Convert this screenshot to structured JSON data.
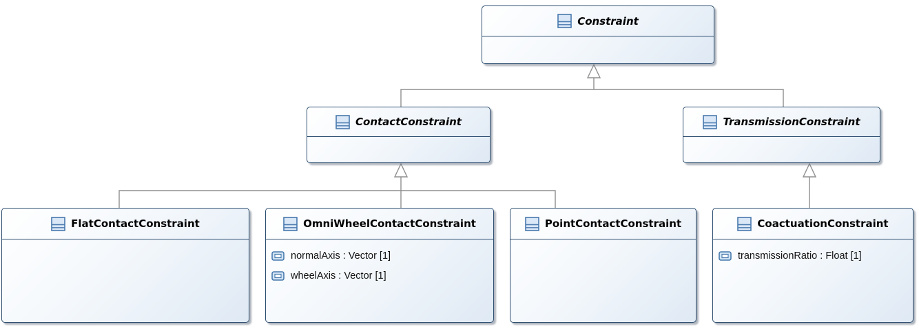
{
  "diagram": {
    "kind": "uml-class-diagram",
    "background": "#ffffff"
  },
  "colors": {
    "box_border": "#2d4e71",
    "box_fill_light": "#ffffff",
    "box_fill_dark": "#dfe9f4",
    "connector_line": "#8f8f8f",
    "generalization_arrow_fill": "#ffffff",
    "title_text": "#000000",
    "attribute_text": "#111111",
    "icon_stroke": "#4879ad",
    "icon_fill": "#d9e7f6"
  },
  "classes": [
    {
      "id": "constraint",
      "name": "Constraint",
      "abstract": true,
      "icon": "class-icon",
      "attributes": []
    },
    {
      "id": "contact-constraint",
      "name": "ContactConstraint",
      "abstract": true,
      "icon": "class-icon",
      "attributes": []
    },
    {
      "id": "transmission-constraint",
      "name": "TransmissionConstraint",
      "abstract": true,
      "icon": "class-icon",
      "attributes": []
    },
    {
      "id": "flat-contact-constraint",
      "name": "FlatContactConstraint",
      "abstract": false,
      "icon": "class-icon",
      "attributes": []
    },
    {
      "id": "omni-wheel-contact-constraint",
      "name": "OmniWheelContactConstraint",
      "abstract": false,
      "icon": "class-icon",
      "attributes": [
        {
          "icon": "attribute-icon",
          "text": "normalAxis : Vector [1]"
        },
        {
          "icon": "attribute-icon",
          "text": "wheelAxis : Vector [1]"
        }
      ]
    },
    {
      "id": "point-contact-constraint",
      "name": "PointContactConstraint",
      "abstract": false,
      "icon": "class-icon",
      "attributes": []
    },
    {
      "id": "coactuation-constraint",
      "name": "CoactuationConstraint",
      "abstract": false,
      "icon": "class-icon",
      "attributes": [
        {
          "icon": "attribute-icon",
          "text": "transmissionRatio : Float [1]"
        }
      ]
    }
  ],
  "relationships": [
    {
      "type": "generalization",
      "from": "ContactConstraint",
      "to": "Constraint"
    },
    {
      "type": "generalization",
      "from": "TransmissionConstraint",
      "to": "Constraint"
    },
    {
      "type": "generalization",
      "from": "FlatContactConstraint",
      "to": "ContactConstraint"
    },
    {
      "type": "generalization",
      "from": "OmniWheelContactConstraint",
      "to": "ContactConstraint"
    },
    {
      "type": "generalization",
      "from": "PointContactConstraint",
      "to": "ContactConstraint"
    },
    {
      "type": "generalization",
      "from": "CoactuationConstraint",
      "to": "TransmissionConstraint"
    }
  ]
}
